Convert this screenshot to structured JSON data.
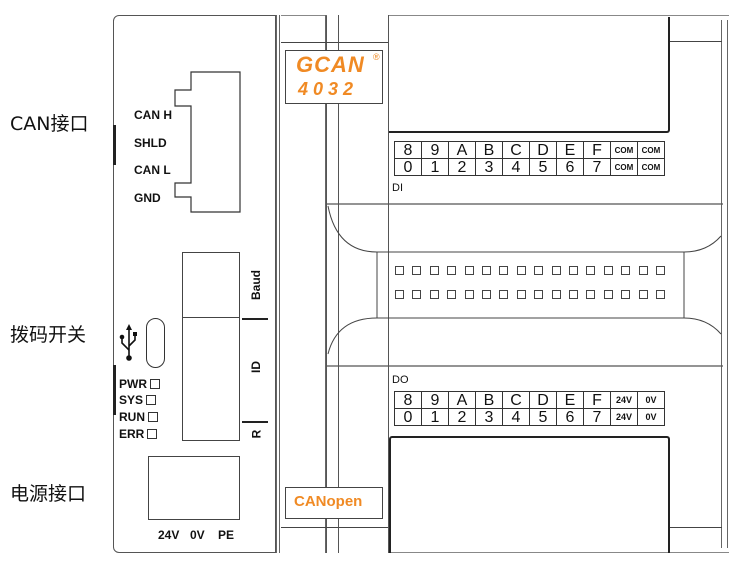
{
  "side_labels": {
    "can": "CAN接口",
    "dip": "拨码开关",
    "power": "电源接口"
  },
  "can_pins": [
    "CAN H",
    "SHLD",
    "CAN L",
    "GND"
  ],
  "dip_switch": {
    "baud": "Baud",
    "id": "ID",
    "r": "R"
  },
  "leds": [
    "PWR",
    "SYS",
    "RUN",
    "ERR"
  ],
  "power_pins": [
    "24V",
    "0V",
    "PE"
  ],
  "logo": {
    "brand": "GCAN",
    "model": "4032",
    "registered": "®",
    "protocol": "CANopen",
    "color": "#f08a24"
  },
  "di": {
    "label": "DI",
    "top_row": [
      "8",
      "9",
      "A",
      "B",
      "C",
      "D",
      "E",
      "F",
      "COM",
      "COM"
    ],
    "bottom_row": [
      "0",
      "1",
      "2",
      "3",
      "4",
      "5",
      "6",
      "7",
      "COM",
      "COM"
    ]
  },
  "do": {
    "label": "DO",
    "top_row": [
      "8",
      "9",
      "A",
      "B",
      "C",
      "D",
      "E",
      "F",
      "24V",
      "0V"
    ],
    "bottom_row": [
      "0",
      "1",
      "2",
      "3",
      "4",
      "5",
      "6",
      "7",
      "24V",
      "0V"
    ]
  },
  "indicator_rows": 2,
  "indicators_per_row": 16
}
